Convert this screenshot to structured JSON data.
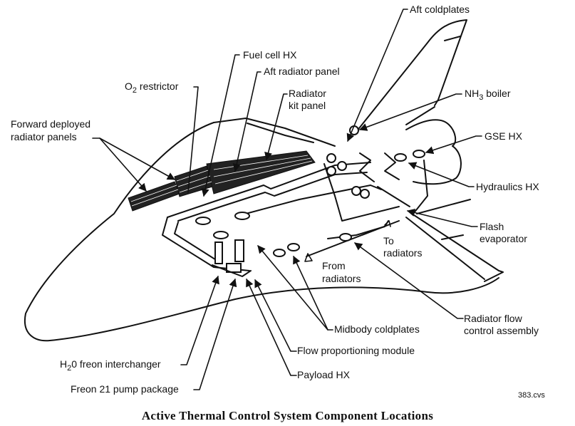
{
  "figure": {
    "caption": "Active Thermal Control System Component Locations",
    "figure_id": "383.cvs"
  },
  "labels": {
    "aft_coldplates": "Aft coldplates",
    "fuel_cell_hx": "Fuel cell HX",
    "aft_radiator_panel": "Aft radiator panel",
    "o2_restrictor_main": "O",
    "o2_restrictor_sub": "2",
    "o2_restrictor_rest": " restrictor",
    "radiator_kit_panel_1": "Radiator",
    "radiator_kit_panel_2": "kit panel",
    "nh3_boiler_main": "NH",
    "nh3_boiler_sub": "3",
    "nh3_boiler_rest": " boiler",
    "forward_deployed_1": "Forward deployed",
    "forward_deployed_2": "radiator panels",
    "gse_hx": "GSE HX",
    "hydraulics_hx": "Hydraulics  HX",
    "flash_evaporator_1": "Flash",
    "flash_evaporator_2": "evaporator",
    "to_radiators_1": "To",
    "to_radiators_2": "radiators",
    "from_radiators_1": "From",
    "from_radiators_2": "radiators",
    "radiator_flow_1": "Radiator flow",
    "radiator_flow_2": "control assembly",
    "midbody_coldplates": "Midbody coldplates",
    "h2o_freon_main": "H",
    "h2o_freon_sub": "2",
    "h2o_freon_rest": "0 freon interchanger",
    "flow_proportioning": "Flow proportioning module",
    "payload_hx": "Payload HX",
    "freon21_pump": "Freon 21 pump package"
  }
}
